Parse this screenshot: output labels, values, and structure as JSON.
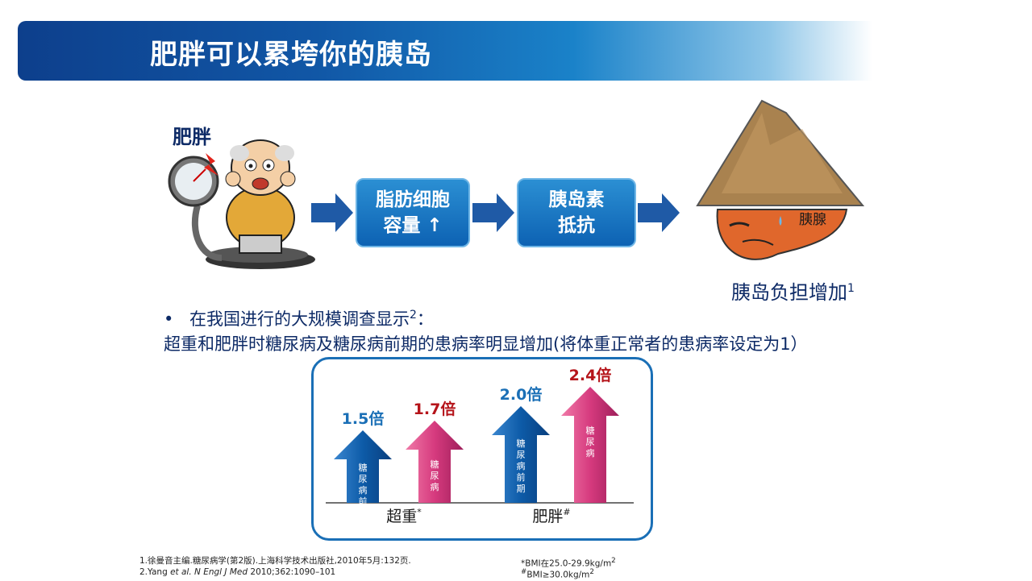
{
  "title": "肥胖可以累垮你的胰岛",
  "flow": {
    "fat_label": "肥胖",
    "box1_line1": "脂肪细胞",
    "box1_line2": "容量",
    "box2_line1": "胰岛素",
    "box2_line2": "抵抗",
    "pancreas_label": "胰腺",
    "burden_label": "胰岛负担增加",
    "burden_ref": "1"
  },
  "bullet": {
    "text": "在我国进行的大规模调查显示",
    "ref": "2",
    "colon": "：",
    "sub": "超重和肥胖时糖尿病及糖尿病前期的患病率明显增加(将体重正常者的患病率设定为1）"
  },
  "colors": {
    "blue_arrow": "#0f5fae",
    "pink_arrow": "#d63a7e",
    "blue_value": "#1a6fb6",
    "red_value": "#b5141a"
  },
  "chart_data": {
    "type": "bar",
    "categories": [
      "超重*",
      "肥胖#"
    ],
    "category_labels": [
      "超重",
      "肥胖"
    ],
    "category_marks": [
      "*",
      "#"
    ],
    "series": [
      {
        "name": "糖尿病前期",
        "values": [
          1.5,
          2.0
        ],
        "labels": [
          "1.5倍",
          "2.0倍"
        ]
      },
      {
        "name": "糖尿病",
        "values": [
          1.7,
          2.4
        ],
        "labels": [
          "1.7倍",
          "2.4倍"
        ]
      }
    ]
  },
  "refs": {
    "r1": "1.徐曼音主编.糖尿病学(第2版).上海科学技术出版社,2010年5月:132页.",
    "r2_a": "2.Yang ",
    "r2_b": "et al. N Engl J Med",
    "r2_c": " 2010;362:1090–101",
    "r3_a": "*BMI在25.0-29.9kg/m",
    "r3_sup": "2",
    "r4_mark": "#",
    "r4_a": "BMI≥30.0kg/m",
    "r4_sup": "2"
  }
}
